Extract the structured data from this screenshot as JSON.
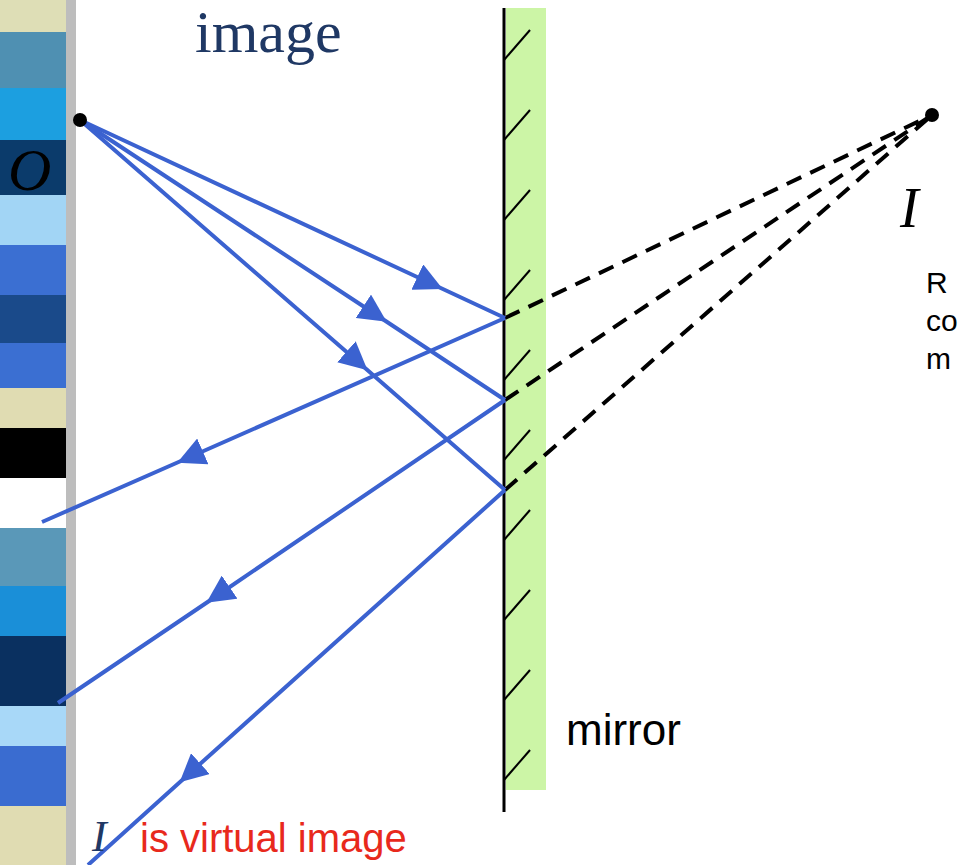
{
  "diagram": {
    "labels": [
      "image",
      "O",
      "I",
      "R",
      "co",
      "m",
      "mirror",
      "I",
      "is virtual image"
    ]
  }
}
